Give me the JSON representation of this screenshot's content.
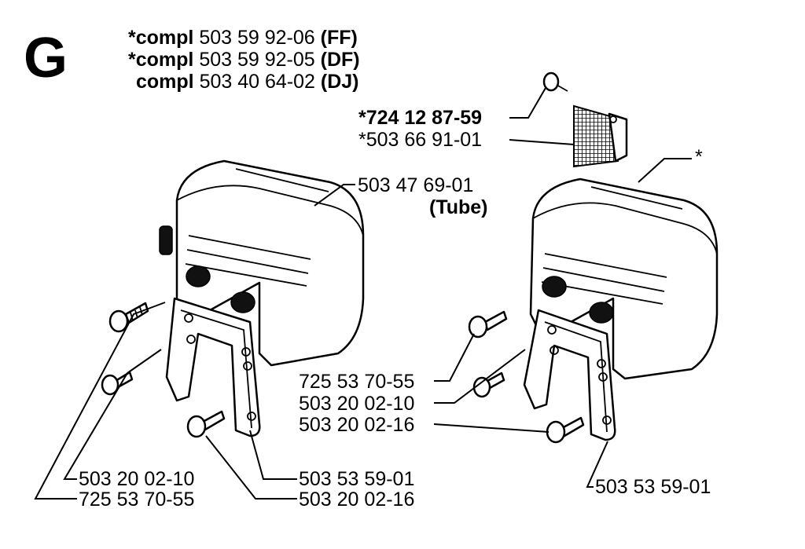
{
  "header": {
    "section_letter": "G",
    "compl_word": "compl",
    "lines": [
      {
        "prefix": "*",
        "number": "503 59 92-06",
        "variant": "(FF)"
      },
      {
        "prefix": "*",
        "number": "503 59 92-05",
        "variant": "(DF)"
      },
      {
        "prefix": "",
        "number": "503 40 64-02",
        "variant": "(DJ)"
      }
    ]
  },
  "left_assembly": {
    "muffler": {
      "number": "503 47 69-01",
      "note": "(Tube)"
    },
    "screw_upper": "503 20 02-10",
    "bolt_upper": "725 53 70-55",
    "plate": "503 53 59-01",
    "bolt_lower": "503 20 02-16"
  },
  "right_assembly": {
    "screen_screw": "*724 12 87-59",
    "screen": "*503 66 91-01",
    "muffler_marker": "*",
    "bolt_upper": "725 53 70-55",
    "screw_upper": "503 20 02-10",
    "bolt_lower": "503 20 02-16",
    "plate": "503 53 59-01"
  }
}
